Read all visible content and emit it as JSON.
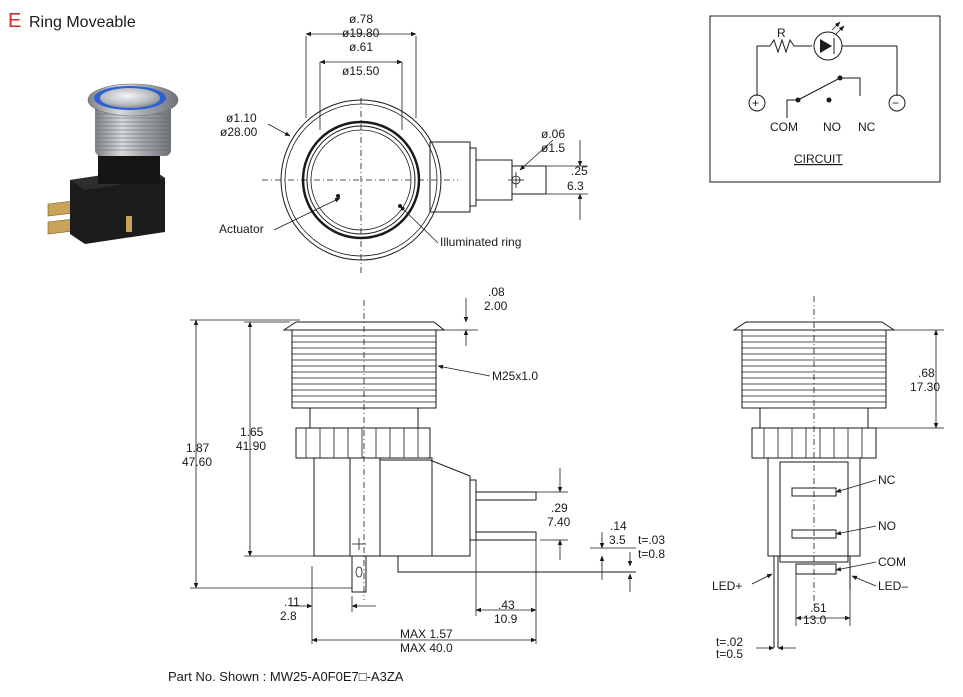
{
  "title": {
    "letter": "E",
    "text": "Ring  Moveable",
    "letter_color": "#d9262b"
  },
  "top_view": {
    "outer_dia_in": "ø.78",
    "outer_dia_mm": "ø19.80",
    "inner_dia_in": "ø.61",
    "inner_dia_mm": "ø15.50",
    "bezel_dia_in": "ø1.10",
    "bezel_dia_mm": "ø28.00",
    "pin_dia_in": "ø.06",
    "pin_dia_mm": "ø1.5",
    "pin_len_in": ".25",
    "pin_len_mm": "6.3",
    "actuator_label": "Actuator",
    "ring_label": "Illuminated ring"
  },
  "side_view": {
    "bezel_h_in": ".08",
    "bezel_h_mm": "2.00",
    "thread_label": "M25x1.0",
    "body_h_in": "1.65",
    "body_h_mm": "41.90",
    "total_h_in": "1.87",
    "total_h_mm": "47.60",
    "term_h_in": ".29",
    "term_h_mm": "7.40",
    "term_off_in": ".14",
    "term_off_mm": "3.5",
    "term_t_in": "t=.03",
    "term_t_mm": "t=0.8",
    "left_off_in": ".11",
    "left_off_mm": "2.8",
    "term_w_in": ".43",
    "term_w_mm": "10.9",
    "max_len_in": "MAX 1.57",
    "max_len_mm": "MAX 40.0"
  },
  "end_view": {
    "thread_h_in": ".68",
    "thread_h_mm": "17.30",
    "nc_label": "NC",
    "no_label": "NO",
    "com_label": "COM",
    "led_plus": "LED+",
    "led_minus": "LED–",
    "pitch_in": ".51",
    "pitch_mm": "13.0",
    "t_in": "t=.02",
    "t_mm": "t=0.5"
  },
  "circuit": {
    "resistor_label": "R",
    "plus_symbol": "+",
    "minus_symbol": "−",
    "terminals": [
      "COM",
      "NO",
      "NC"
    ],
    "caption": "CIRCUIT"
  },
  "part_number": "Part No. Shown : MW25-A0F0E7□-A3ZA"
}
